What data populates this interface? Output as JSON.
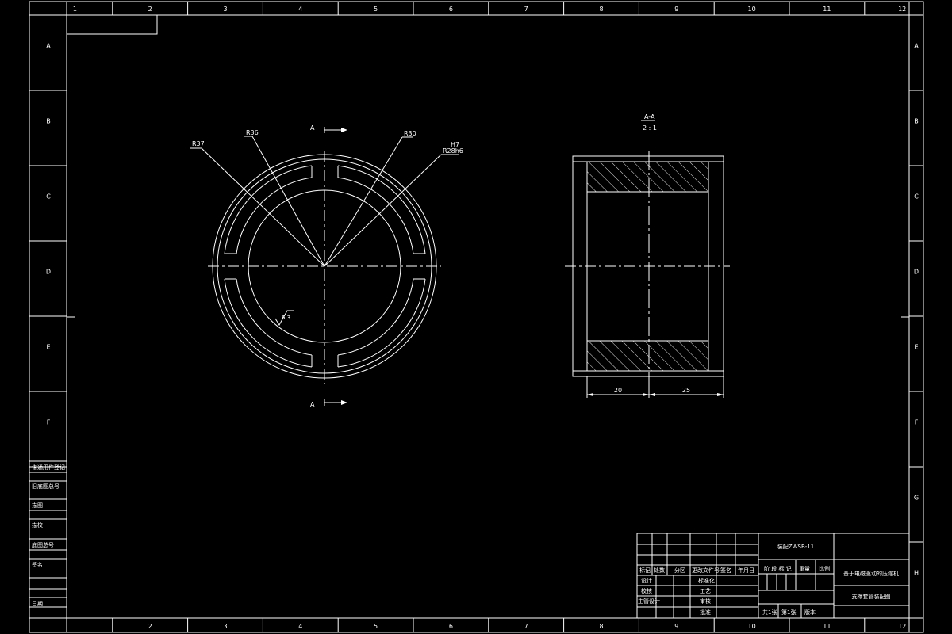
{
  "colors": {
    "background": "#000000",
    "line": "#ffffff"
  },
  "frame": {
    "columns": [
      "1",
      "2",
      "3",
      "4",
      "5",
      "6",
      "7",
      "8",
      "9",
      "10",
      "11",
      "12"
    ],
    "rows_left": [
      "A",
      "B",
      "C",
      "D",
      "E",
      "F"
    ],
    "rows_right": [
      "A",
      "B",
      "C",
      "D",
      "E",
      "F",
      "G",
      "H"
    ]
  },
  "front_view": {
    "radius_labels": {
      "r37": "R37",
      "r36": "R36",
      "r30": "R30",
      "h7": "H7",
      "r28": "R28h6"
    },
    "section_mark": "A",
    "roughness": "6.3"
  },
  "section_view": {
    "title": "A-A",
    "scale": "2 : 1",
    "dim_left": "20",
    "dim_right": "25"
  },
  "left_strip": [
    "借通用件登记",
    "旧底图总号",
    "描图",
    "描校",
    "底图总号",
    "签名",
    "日期"
  ],
  "title_block": {
    "drawing_no": "装配ZWSB-11",
    "header_labels": [
      "标记",
      "处数",
      "分区",
      "更改文件号",
      "签名",
      "年月日"
    ],
    "row_labels": [
      "设计",
      "校核",
      "主管设计"
    ],
    "mid_labels": [
      "标准化",
      "工艺",
      "审核",
      "批准"
    ],
    "stage_header": [
      "阶 段 标 记",
      "重量",
      "比例"
    ],
    "sheet_info": [
      "共1张",
      "第1张",
      "版本"
    ],
    "company": "基于电磁驱动的压缩机",
    "part_name": "支撑套管装配图"
  }
}
